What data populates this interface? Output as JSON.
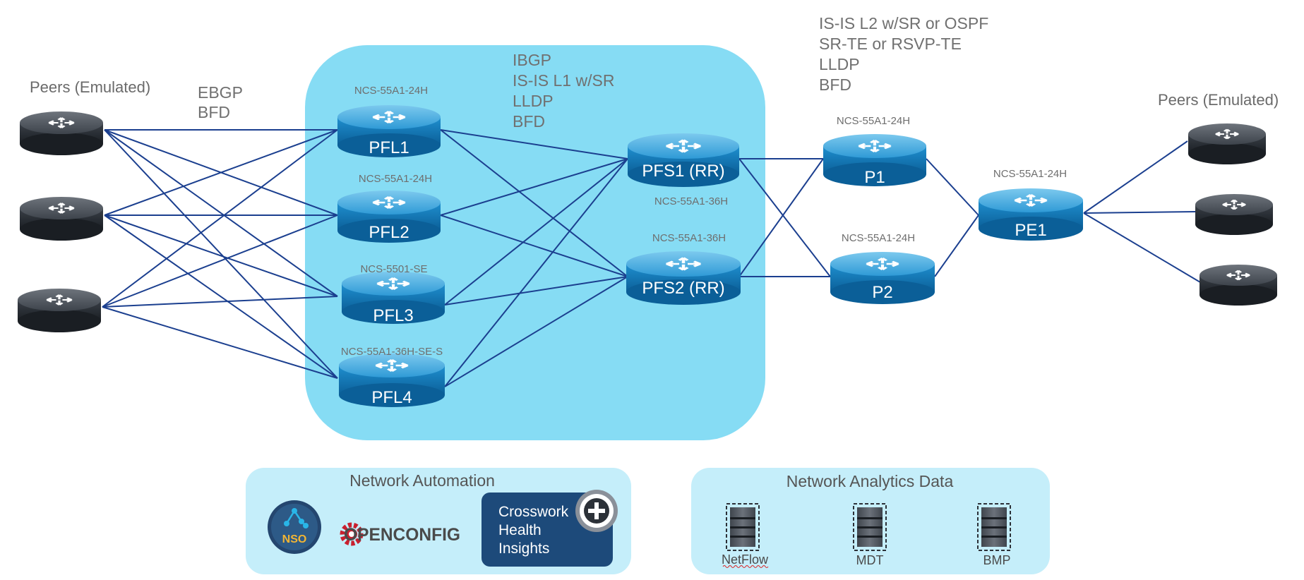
{
  "peers_left": {
    "title": "Peers (Emulated)"
  },
  "peers_right": {
    "title": "Peers (Emulated)"
  },
  "edge_protocols": [
    "EBGP",
    "BFD"
  ],
  "core_protocols": [
    "IBGP",
    "IS-IS L1 w/SR",
    "LLDP",
    "BFD"
  ],
  "wan_protocols": [
    "IS-IS L2 w/SR or OSPF",
    "SR-TE or RSVP-TE",
    "LLDP",
    "BFD"
  ],
  "routers": {
    "pfl1": {
      "label": "PFL1",
      "model": "NCS-55A1-24H"
    },
    "pfl2": {
      "label": "PFL2",
      "model": "NCS-55A1-24H"
    },
    "pfl3": {
      "label": "PFL3",
      "model": "NCS-5501-SE"
    },
    "pfl4": {
      "label": "PFL4",
      "model": "NCS-55A1-36H-SE-S"
    },
    "pfs1": {
      "label": "PFS1 (RR)",
      "model": "NCS-55A1-36H"
    },
    "pfs2": {
      "label": "PFS2 (RR)",
      "model": "NCS-55A1-36H"
    },
    "p1": {
      "label": "P1",
      "model": "NCS-55A1-24H"
    },
    "p2": {
      "label": "P2",
      "model": "NCS-55A1-24H"
    },
    "pe1": {
      "label": "PE1",
      "model": "NCS-55A1-24H"
    }
  },
  "automation": {
    "title": "Network Automation",
    "nso_label": "NSO",
    "openconfig_label": "OPENCONFIG",
    "crosswork_lines": [
      "Crosswork",
      "Health",
      "Insights"
    ]
  },
  "analytics": {
    "title": "Network Analytics Data",
    "items": [
      "NetFlow",
      "MDT",
      "BMP"
    ]
  },
  "colors": {
    "core_area": "#86dcf4",
    "panel": "#c5eefa",
    "router_blue": "#1a87c4",
    "router_dark": "#2c3138",
    "link": "#1b3f8f",
    "crosswork_box": "#1d4a7a"
  }
}
